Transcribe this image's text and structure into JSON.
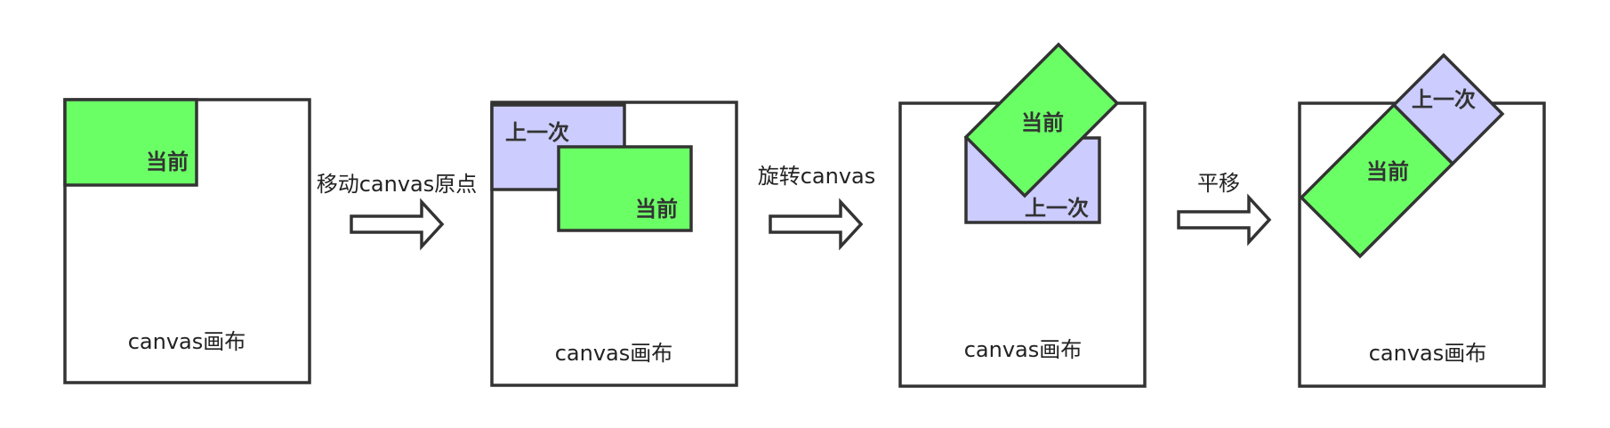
{
  "labels": {
    "current": "当前",
    "previous": "上一次",
    "canvas": "canvas画布"
  },
  "steps": [
    {
      "label": "移动canvas原点"
    },
    {
      "label": "旋转canvas"
    },
    {
      "label": "平移"
    }
  ],
  "colors": {
    "current_fill": "#6bff66",
    "previous_fill": "#ccccff",
    "outline": "#333333",
    "background": "#ffffff"
  }
}
